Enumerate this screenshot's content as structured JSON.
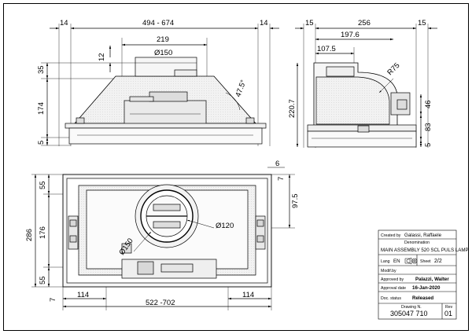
{
  "front_view": {
    "dims": {
      "width_range_left": "14",
      "width_range": "494 - 674",
      "width_range_right": "14",
      "spigot_width": "219",
      "spigot_diameter": "Ø150",
      "spigot_offset": "12",
      "height_top": "35",
      "height_mid": "174",
      "height_bottom": "5",
      "slope_angle": "47.5°"
    }
  },
  "side_view": {
    "dims": {
      "left_margin": "15",
      "depth": "256",
      "right_margin": "15",
      "spigot_position": "197.6",
      "spigot_center": "107.5",
      "radius": "R75",
      "total_height": "220.7",
      "height_46": "46",
      "height_83": "83",
      "height_5": "5"
    }
  },
  "bottom_view": {
    "dims": {
      "right_edge_6": "6",
      "right_edge_7": "7",
      "right_97_5": "97.5",
      "left_top": "55",
      "left_total": "286",
      "left_mid": "176",
      "left_bottom": "55",
      "left_7": "7",
      "motor_diameter_150": "Ø150",
      "motor_diameter_120": "Ø120",
      "bottom_left": "114",
      "bottom_width": "522 -702",
      "bottom_right": "114"
    }
  },
  "title_block": {
    "created_by_label": "Created by",
    "created_by_value": "Galassi, Raffaele",
    "denomination_label": "Denomination",
    "denomination_value": "MAIN ASSEMBLY 520 SCL PULS LAMP",
    "lang_label": "Lang",
    "lang_value": "EN",
    "sheet_label": "Sheet",
    "sheet_value": "2/2",
    "modif_label": "Modif.by",
    "approved_label": "Approved by",
    "approved_value": "Palazzi, Walter",
    "approval_date_label": "Approval date",
    "approval_date_value": "16-Jan-2020",
    "doc_status_label": "Doc. status",
    "doc_status_value": "Released",
    "drawing_no_label": "Drawing N.",
    "drawing_no_value": "305047 710",
    "rev_label": "Rev",
    "rev_value": "01"
  }
}
